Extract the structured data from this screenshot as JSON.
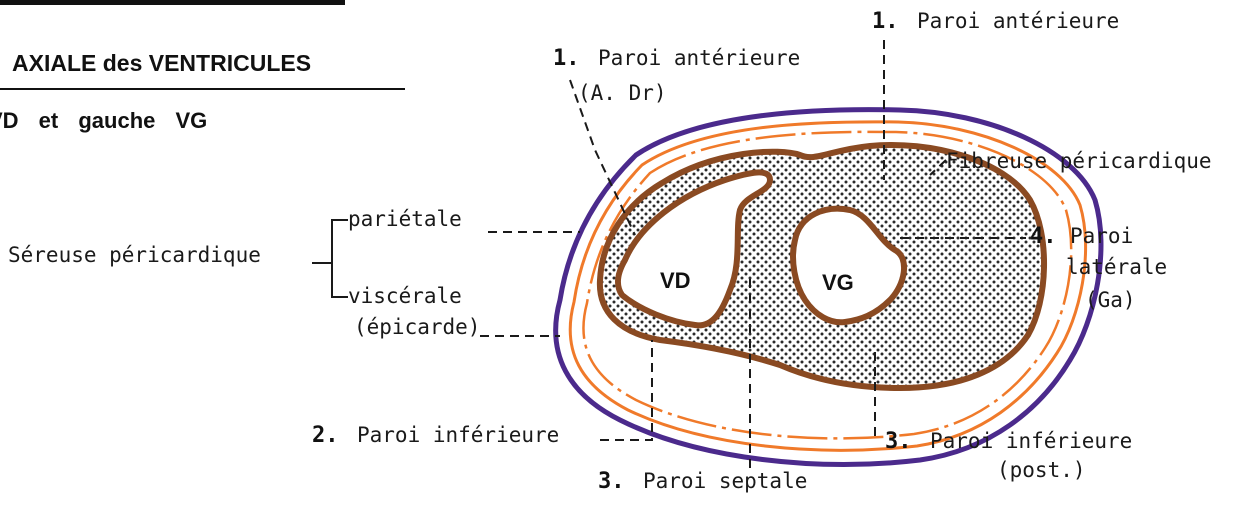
{
  "header": {
    "title": "AXIALE des VENTRICULES",
    "subtitle": "VD et gauche VG"
  },
  "labels": {
    "sereuse": "Séreuse péricardique",
    "parietale": "pariétale",
    "viscerale": "viscérale",
    "epicarde": "(épicarde)",
    "fibreuse": "Fibreuse péricardique",
    "vd": "VD",
    "vg": "VG",
    "wall1a_num": "1.",
    "wall1a_text": "Paroi antérieure",
    "wall1a_sub": "(A. Dr)",
    "wall1b_num": "1.",
    "wall1b_text": "Paroi antérieure",
    "wall4_num": "4.",
    "wall4_text1": "Paroi",
    "wall4_text2": "latérale",
    "wall4_sub": "(Ga)",
    "wall2_num": "2.",
    "wall2_text": "Paroi inférieure",
    "wall3s_num": "3.",
    "wall3s_text": "Paroi septale",
    "wall3i_num": "3.",
    "wall3i_text": "Paroi inférieure",
    "wall3i_sub": "(post.)"
  },
  "colors": {
    "outer_fibrous": "#4b2a8c",
    "pericardium_orange": "#f07a2a",
    "myocardium_brown": "#8a4a22",
    "stipple": "#2a2a2a"
  }
}
